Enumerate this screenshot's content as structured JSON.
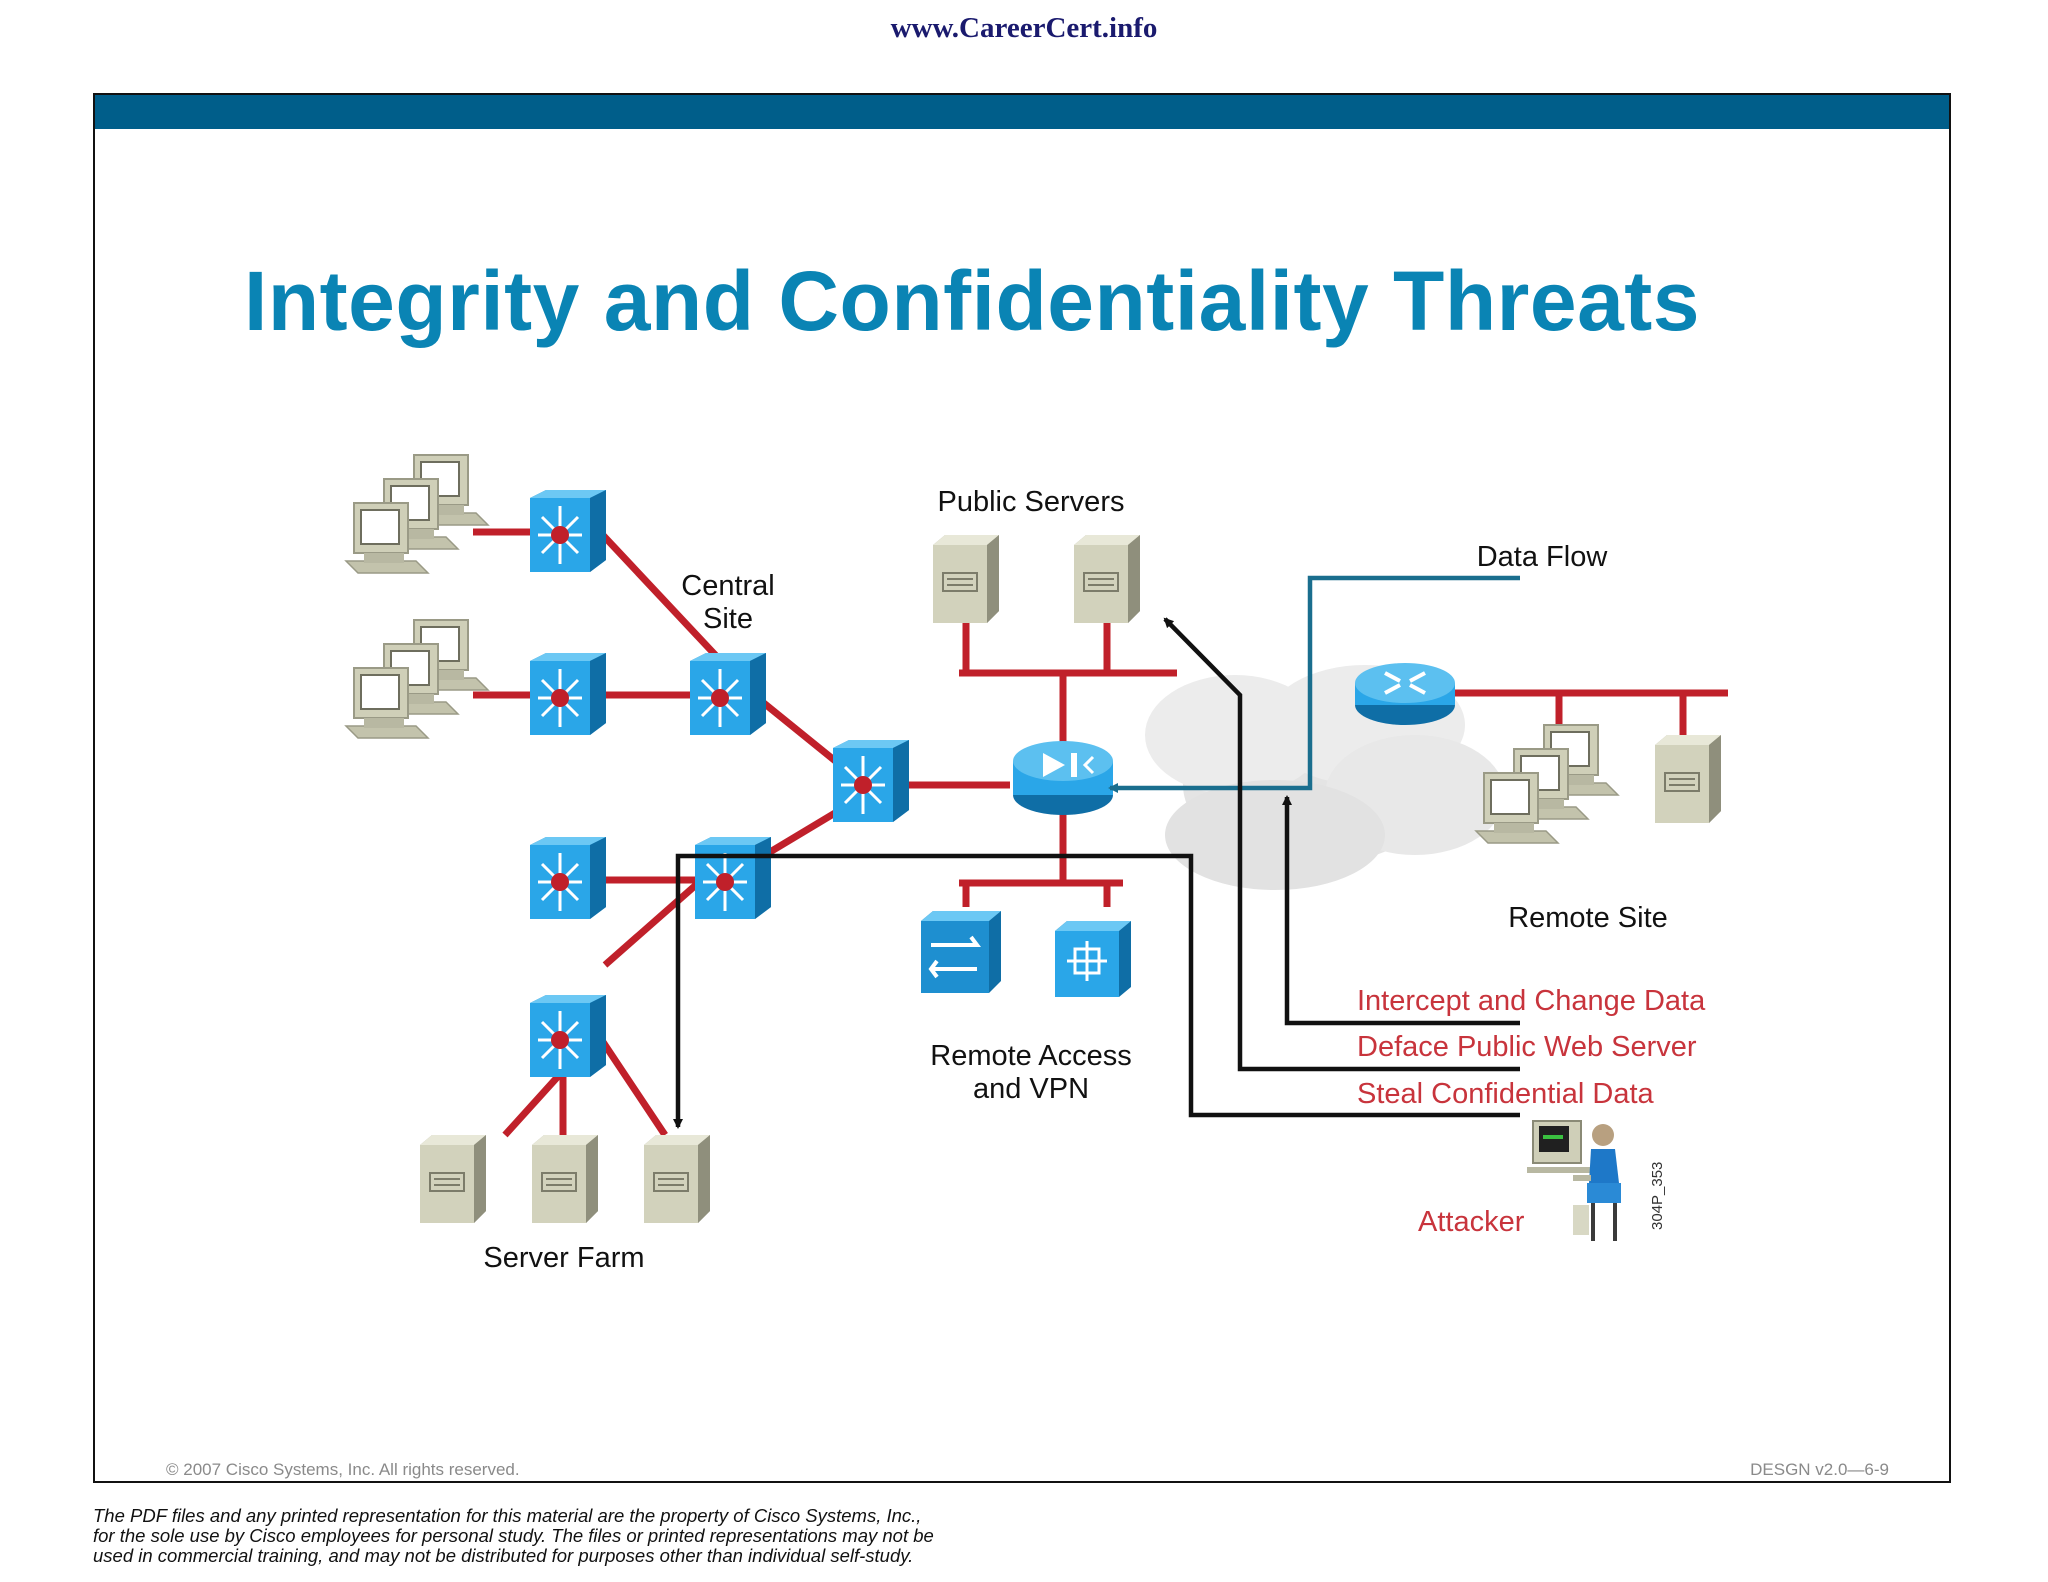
{
  "site": {
    "url": "www.CareerCert.info"
  },
  "slide": {
    "title": "Integrity and Confidentiality Threats",
    "copyright": "© 2007 Cisco Systems, Inc. All rights reserved.",
    "course_code": "DESGN v2.0—6-9"
  },
  "diagram": {
    "labels": {
      "public_servers": "Public Servers",
      "central_site_line1": "Central",
      "central_site_line2": "Site",
      "data_flow": "Data Flow",
      "remote_site": "Remote Site",
      "remote_access_line1": "Remote Access",
      "remote_access_line2": "and VPN",
      "server_farm": "Server Farm",
      "attacker": "Attacker",
      "figure_id": "304P_353"
    },
    "threats": [
      "Intercept and Change Data",
      "Deface Public Web Server",
      "Steal Confidential Data"
    ],
    "colors": {
      "link": "#c0202a",
      "data_flow": "#1a6e8e",
      "attack_path": "#111111",
      "threat_text": "#c8343c",
      "device_blue": "#1e8fd0",
      "server_beige": "#c9c9b3"
    }
  },
  "footer": {
    "disclaimer_lines": [
      "The PDF files and any printed representation for this material are the property of Cisco Systems, Inc.,",
      "for the sole use by Cisco employees for personal study. The files or printed representations may not be",
      "used in commercial training, and may not be distributed for purposes other than individual self-study."
    ]
  }
}
